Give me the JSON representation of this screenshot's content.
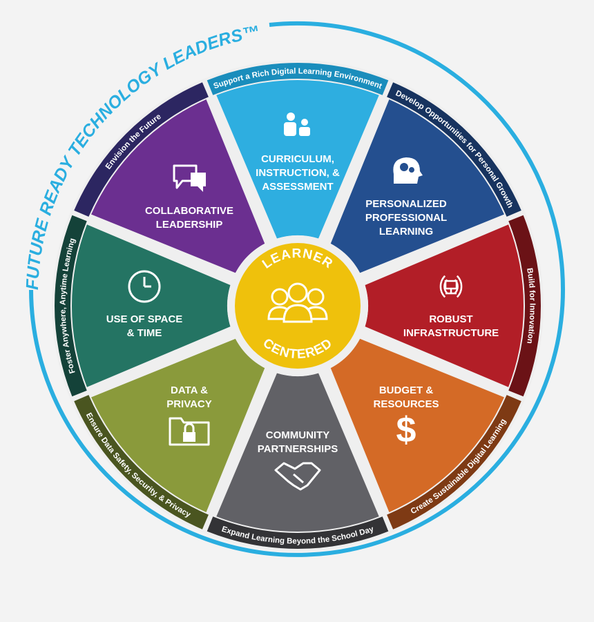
{
  "title": "FUTURE READY TECHNOLOGY LEADERS™",
  "hub": {
    "top_label": "LEARNER",
    "bottom_label": "CENTERED",
    "color": "#efc10c",
    "icon": "people-group-icon"
  },
  "segments": [
    {
      "key": "curriculum",
      "title_lines": [
        "CURRICULUM,",
        "INSTRUCTION, &",
        "ASSESSMENT"
      ],
      "band": "Support a Rich Digital Learning Environment",
      "color": "#2eaee0",
      "band_color": "#1a8dbc",
      "icon": "teacher-student-icon"
    },
    {
      "key": "personalized",
      "title_lines": [
        "PERSONALIZED",
        "PROFESSIONAL",
        "LEARNING"
      ],
      "band": "Develop Opportunities for Personal Growth",
      "color": "#244f8f",
      "band_color": "#17335f",
      "icon": "head-gears-icon"
    },
    {
      "key": "infrastructure",
      "title_lines": [
        "ROBUST",
        "INFRASTRUCTURE"
      ],
      "band": "Build for Innovation",
      "color": "#b21e27",
      "band_color": "#6b1216",
      "icon": "wireless-network-icon"
    },
    {
      "key": "budget",
      "title_lines": [
        "BUDGET &",
        "RESOURCES"
      ],
      "band": "Create Sustainable Digital Learning",
      "color": "#d46a26",
      "band_color": "#7e3a14",
      "icon": "dollar-sign-icon"
    },
    {
      "key": "community",
      "title_lines": [
        "COMMUNITY",
        "PARTNERSHIPS"
      ],
      "band": "Expand Learning Beyond the School Day",
      "color": "#616166",
      "band_color": "#333336",
      "icon": "handshake-icon"
    },
    {
      "key": "data",
      "title_lines": [
        "DATA &",
        "PRIVACY"
      ],
      "band": "Ensure Data Safety, Security, & Privacy",
      "color": "#8a9a3b",
      "band_color": "#4a5520",
      "icon": "locked-folder-icon"
    },
    {
      "key": "space",
      "title_lines": [
        "USE OF SPACE",
        "& TIME"
      ],
      "band": "Foster Anywhere, Anytime Learning",
      "color": "#247463",
      "band_color": "#144239",
      "icon": "clock-icon"
    },
    {
      "key": "leadership",
      "title_lines": [
        "COLLABORATIVE",
        "LEADERSHIP"
      ],
      "band": "Envision the Future",
      "color": "#6b2f90",
      "band_color": "#2c2661",
      "icon": "chat-bubbles-icon"
    }
  ]
}
